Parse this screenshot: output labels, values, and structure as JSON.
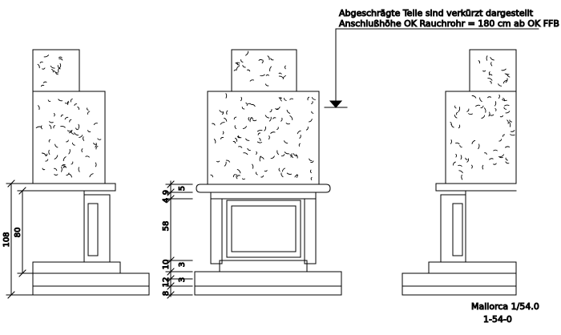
{
  "notes": {
    "line1": "Abgeschrägte Teile sind verkürzt dargestellt",
    "line2": "Anschlußhöhe OK Rauchrohr = 180 cm ab OK FFB"
  },
  "dimensions": {
    "total_height": "108",
    "firebox_height": "80",
    "front_top": "5",
    "front_small": "9",
    "front_small2": "4",
    "opening": "58",
    "lower_a": "10",
    "lower_b": "3",
    "base_a": "12",
    "base_b": "3",
    "base_c": "8"
  },
  "title_block": {
    "name": "Mallorca 1/54.0",
    "code": "1-54-0"
  },
  "colors": {
    "line": "#000000",
    "background": "#ffffff"
  }
}
